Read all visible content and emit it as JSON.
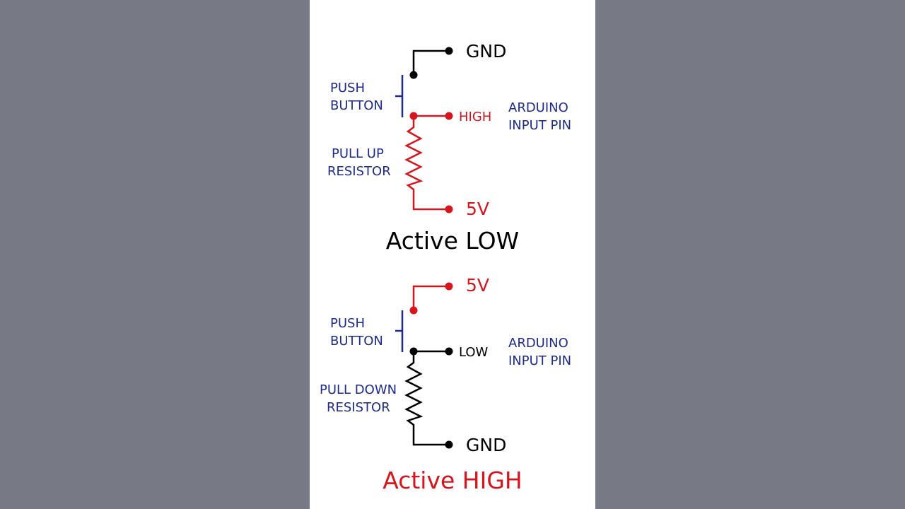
{
  "colors": {
    "background": "#777a84",
    "panel": "#ffffff",
    "wire_black": "#000000",
    "wire_red": "#d8141d",
    "label_blue": "#1d2b8c"
  },
  "active_low": {
    "top_node": "GND",
    "bottom_node": "5V",
    "pin_state": "HIGH",
    "button_label_1": "PUSH",
    "button_label_2": "BUTTON",
    "resistor_label_1": "PULL UP",
    "resistor_label_2": "RESISTOR",
    "input_label_1": "ARDUINO",
    "input_label_2": "INPUT PIN",
    "title": "Active LOW"
  },
  "active_high": {
    "top_node": "5V",
    "bottom_node": "GND",
    "pin_state": "LOW",
    "button_label_1": "PUSH",
    "button_label_2": "BUTTON",
    "resistor_label_1": "PULL DOWN",
    "resistor_label_2": "RESISTOR",
    "input_label_1": "ARDUINO",
    "input_label_2": "INPUT PIN",
    "title": "Active HIGH"
  }
}
